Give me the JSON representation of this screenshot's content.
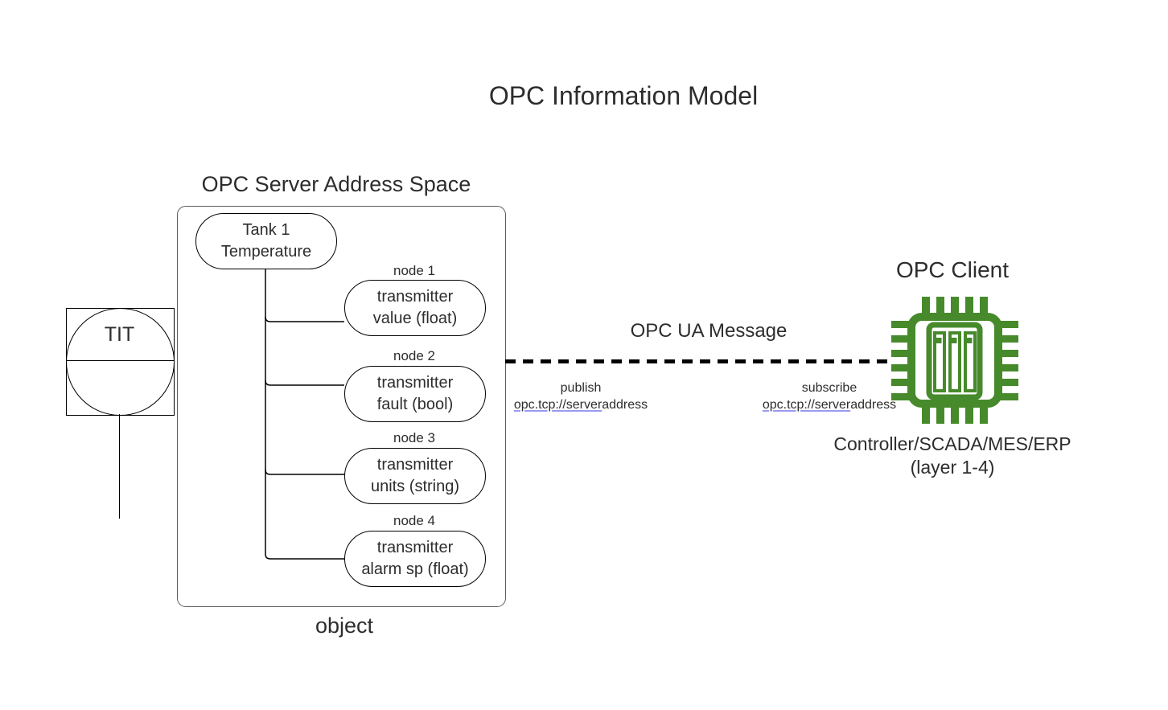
{
  "title": "OPC Information Model",
  "server": {
    "label": "OPC Server Address Space",
    "object_label": "object",
    "root_node": {
      "line1": "Tank 1",
      "line2": "Temperature"
    },
    "nodes": [
      {
        "tag": "node 1",
        "line1": "transmitter",
        "line2": "value (float)"
      },
      {
        "tag": "node 2",
        "line1": "transmitter",
        "line2": "fault (bool)"
      },
      {
        "tag": "node 3",
        "line1": "transmitter",
        "line2": "units (string)"
      },
      {
        "tag": "node 4",
        "line1": "transmitter",
        "line2": "alarm sp (float)"
      }
    ]
  },
  "instrument": {
    "tag": "TIT"
  },
  "message": {
    "label": "OPC UA Message",
    "publish": {
      "action": "publish",
      "url_link": "opc.tcp://server",
      "url_rest": "address"
    },
    "subscribe": {
      "action": "subscribe",
      "url_link": "opc.tcp://server",
      "url_rest": "address"
    }
  },
  "client": {
    "label": "OPC Client",
    "icon": "cpu-chip-icon",
    "caption_line1": "Controller/SCADA/MES/ERP",
    "caption_line2": "(layer 1-4)"
  },
  "colors": {
    "chip_green": "#478a2b",
    "link_underline": "#9a9af0",
    "box_border": "#5c5c5c",
    "shape_stroke": "#000000",
    "text": "#2d2d2d"
  }
}
